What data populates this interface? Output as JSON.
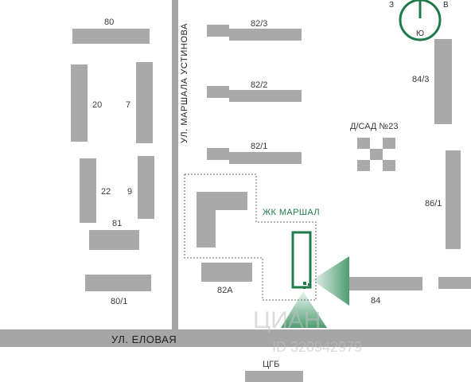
{
  "colors": {
    "accent": "#1f7a4a",
    "building": "#a9a9a9",
    "road": "#a6a6a6",
    "label": "#3a3a3a"
  },
  "compass": {
    "west": "З",
    "east": "В",
    "south": "Ю"
  },
  "streets": {
    "vertical": "УЛ. МАРШАЛА УСТИНОВА",
    "horizontal": "УЛ. ЕЛОВАЯ"
  },
  "buildings": {
    "b80": "80",
    "b82_3": "82/3",
    "b20": "20",
    "b7": "7",
    "b82_2": "82/2",
    "b84_3": "84/3",
    "b82_1": "82/1",
    "b22": "22",
    "b9": "9",
    "b86_1": "86/1",
    "b81": "81",
    "b80_1": "80/1",
    "b82a": "82А",
    "b84": "84",
    "cgb": "ЦГБ"
  },
  "kindergarten": "Д/САД №23",
  "project": {
    "name": "ЖК МАРШАЛ"
  },
  "watermark": {
    "line1": "ЦИАН",
    "line2": "ID 320942979"
  },
  "icons": {
    "compass": "compass-icon",
    "view_cones": "view-direction-icon"
  }
}
